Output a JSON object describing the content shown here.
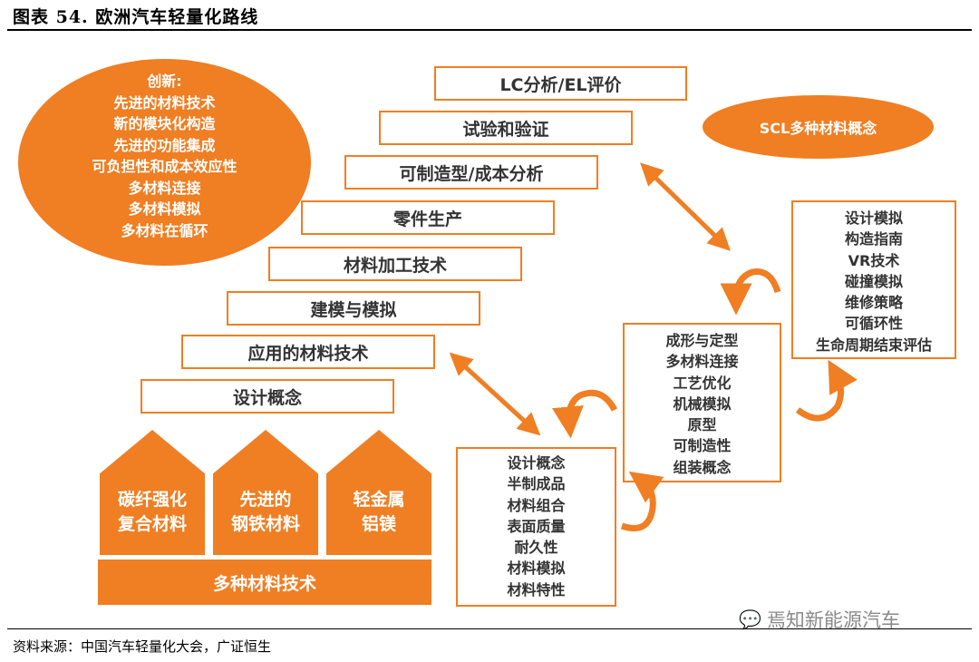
{
  "figure_title": "图表 54. 欧洲汽车轻量化路线",
  "source": "资料来源：中国汽车轻量化大会，广证恒生",
  "innovation": {
    "lines": [
      "创新:",
      "先进的材料技术",
      "新的模块化构造",
      "先进的功能集成",
      "可负担性和成本效应性",
      "多材料连接",
      "多材料模拟",
      "多材料在循环"
    ]
  },
  "scl_label": "SCL多种材料概念",
  "steps": [
    "LC分析/EL评价",
    "试验和验证",
    "可制造型/成本分析",
    "零件生产",
    "材料加工技术",
    "建模与模拟",
    "应用的材料技术",
    "设计概念"
  ],
  "pillars": [
    {
      "line1": "碳纤强化",
      "line2": "复合材料"
    },
    {
      "line1": "先进的",
      "line2": "钢铁材料"
    },
    {
      "line1": "轻金属",
      "line2": "铝镁"
    }
  ],
  "base_label": "多种材料技术",
  "box_design": [
    "设计概念",
    "半制成品",
    "材料组合",
    "表面质量",
    "耐久性",
    "材料模拟",
    "材料特性"
  ],
  "box_forming": [
    "成形与定型",
    "多材料连接",
    "工艺优化",
    "机械模拟",
    "原型",
    "可制造性",
    "组装概念"
  ],
  "box_sim": [
    "设计模拟",
    "构造指南",
    "VR技术",
    "碰撞模拟",
    "维修策略",
    "可循环性",
    "生命周期结束评估"
  ],
  "watermark": "焉知新能源汽车",
  "colors": {
    "accent": "#f07e22",
    "text": "#333333",
    "watermark": "#8a8a8a"
  }
}
